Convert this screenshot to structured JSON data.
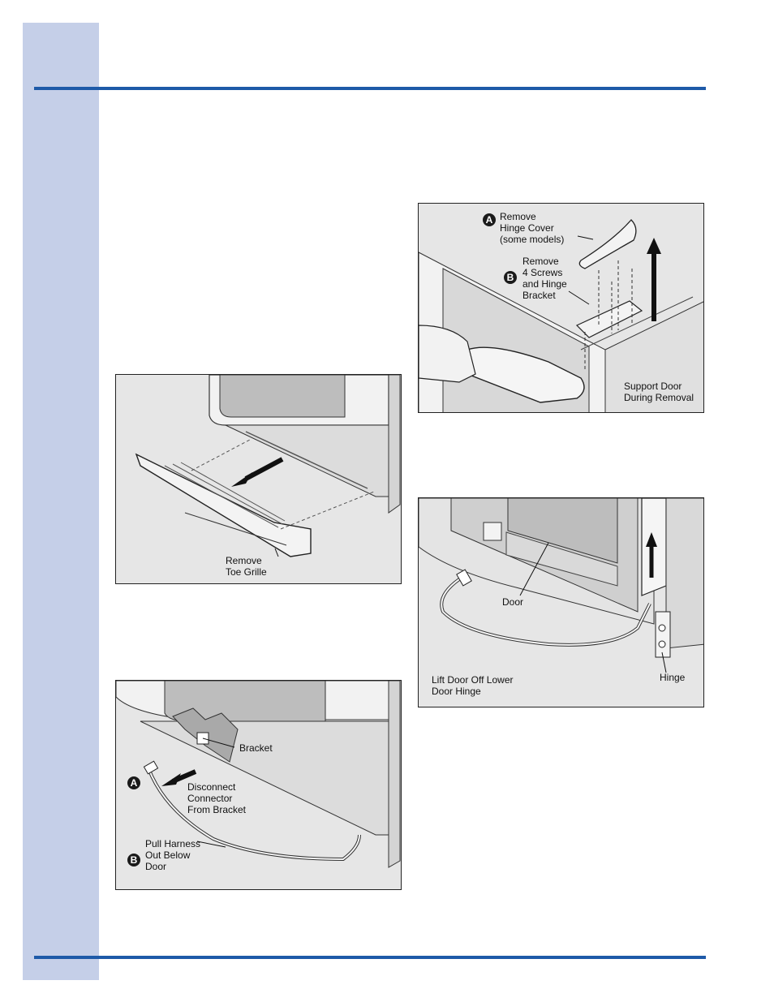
{
  "figures": {
    "toe_grille": {
      "label_remove_toe_grille": "Remove\nToe Grille"
    },
    "harness": {
      "label_bracket": "Bracket",
      "badge_a": "A",
      "label_disconnect": "Disconnect\nConnector\nFrom Bracket",
      "badge_b": "B",
      "label_pull_harness": "Pull Harness\nOut Below\nDoor"
    },
    "hinge_cover": {
      "badge_a": "A",
      "label_remove_hinge_cover": "Remove\nHinge Cover\n(some models)",
      "badge_b": "B",
      "label_remove_screws": "Remove\n4 Screws\nand Hinge\nBracket",
      "label_support_door": "Support Door\nDuring Removal"
    },
    "lift_door": {
      "label_door": "Door",
      "label_hinge": "Hinge",
      "label_lift_door": "Lift Door Off Lower\nDoor Hinge"
    }
  },
  "colors": {
    "sidebar": "#c5cfe8",
    "rule": "#1e5aa8",
    "figure_bg": "#e6e6e6"
  }
}
